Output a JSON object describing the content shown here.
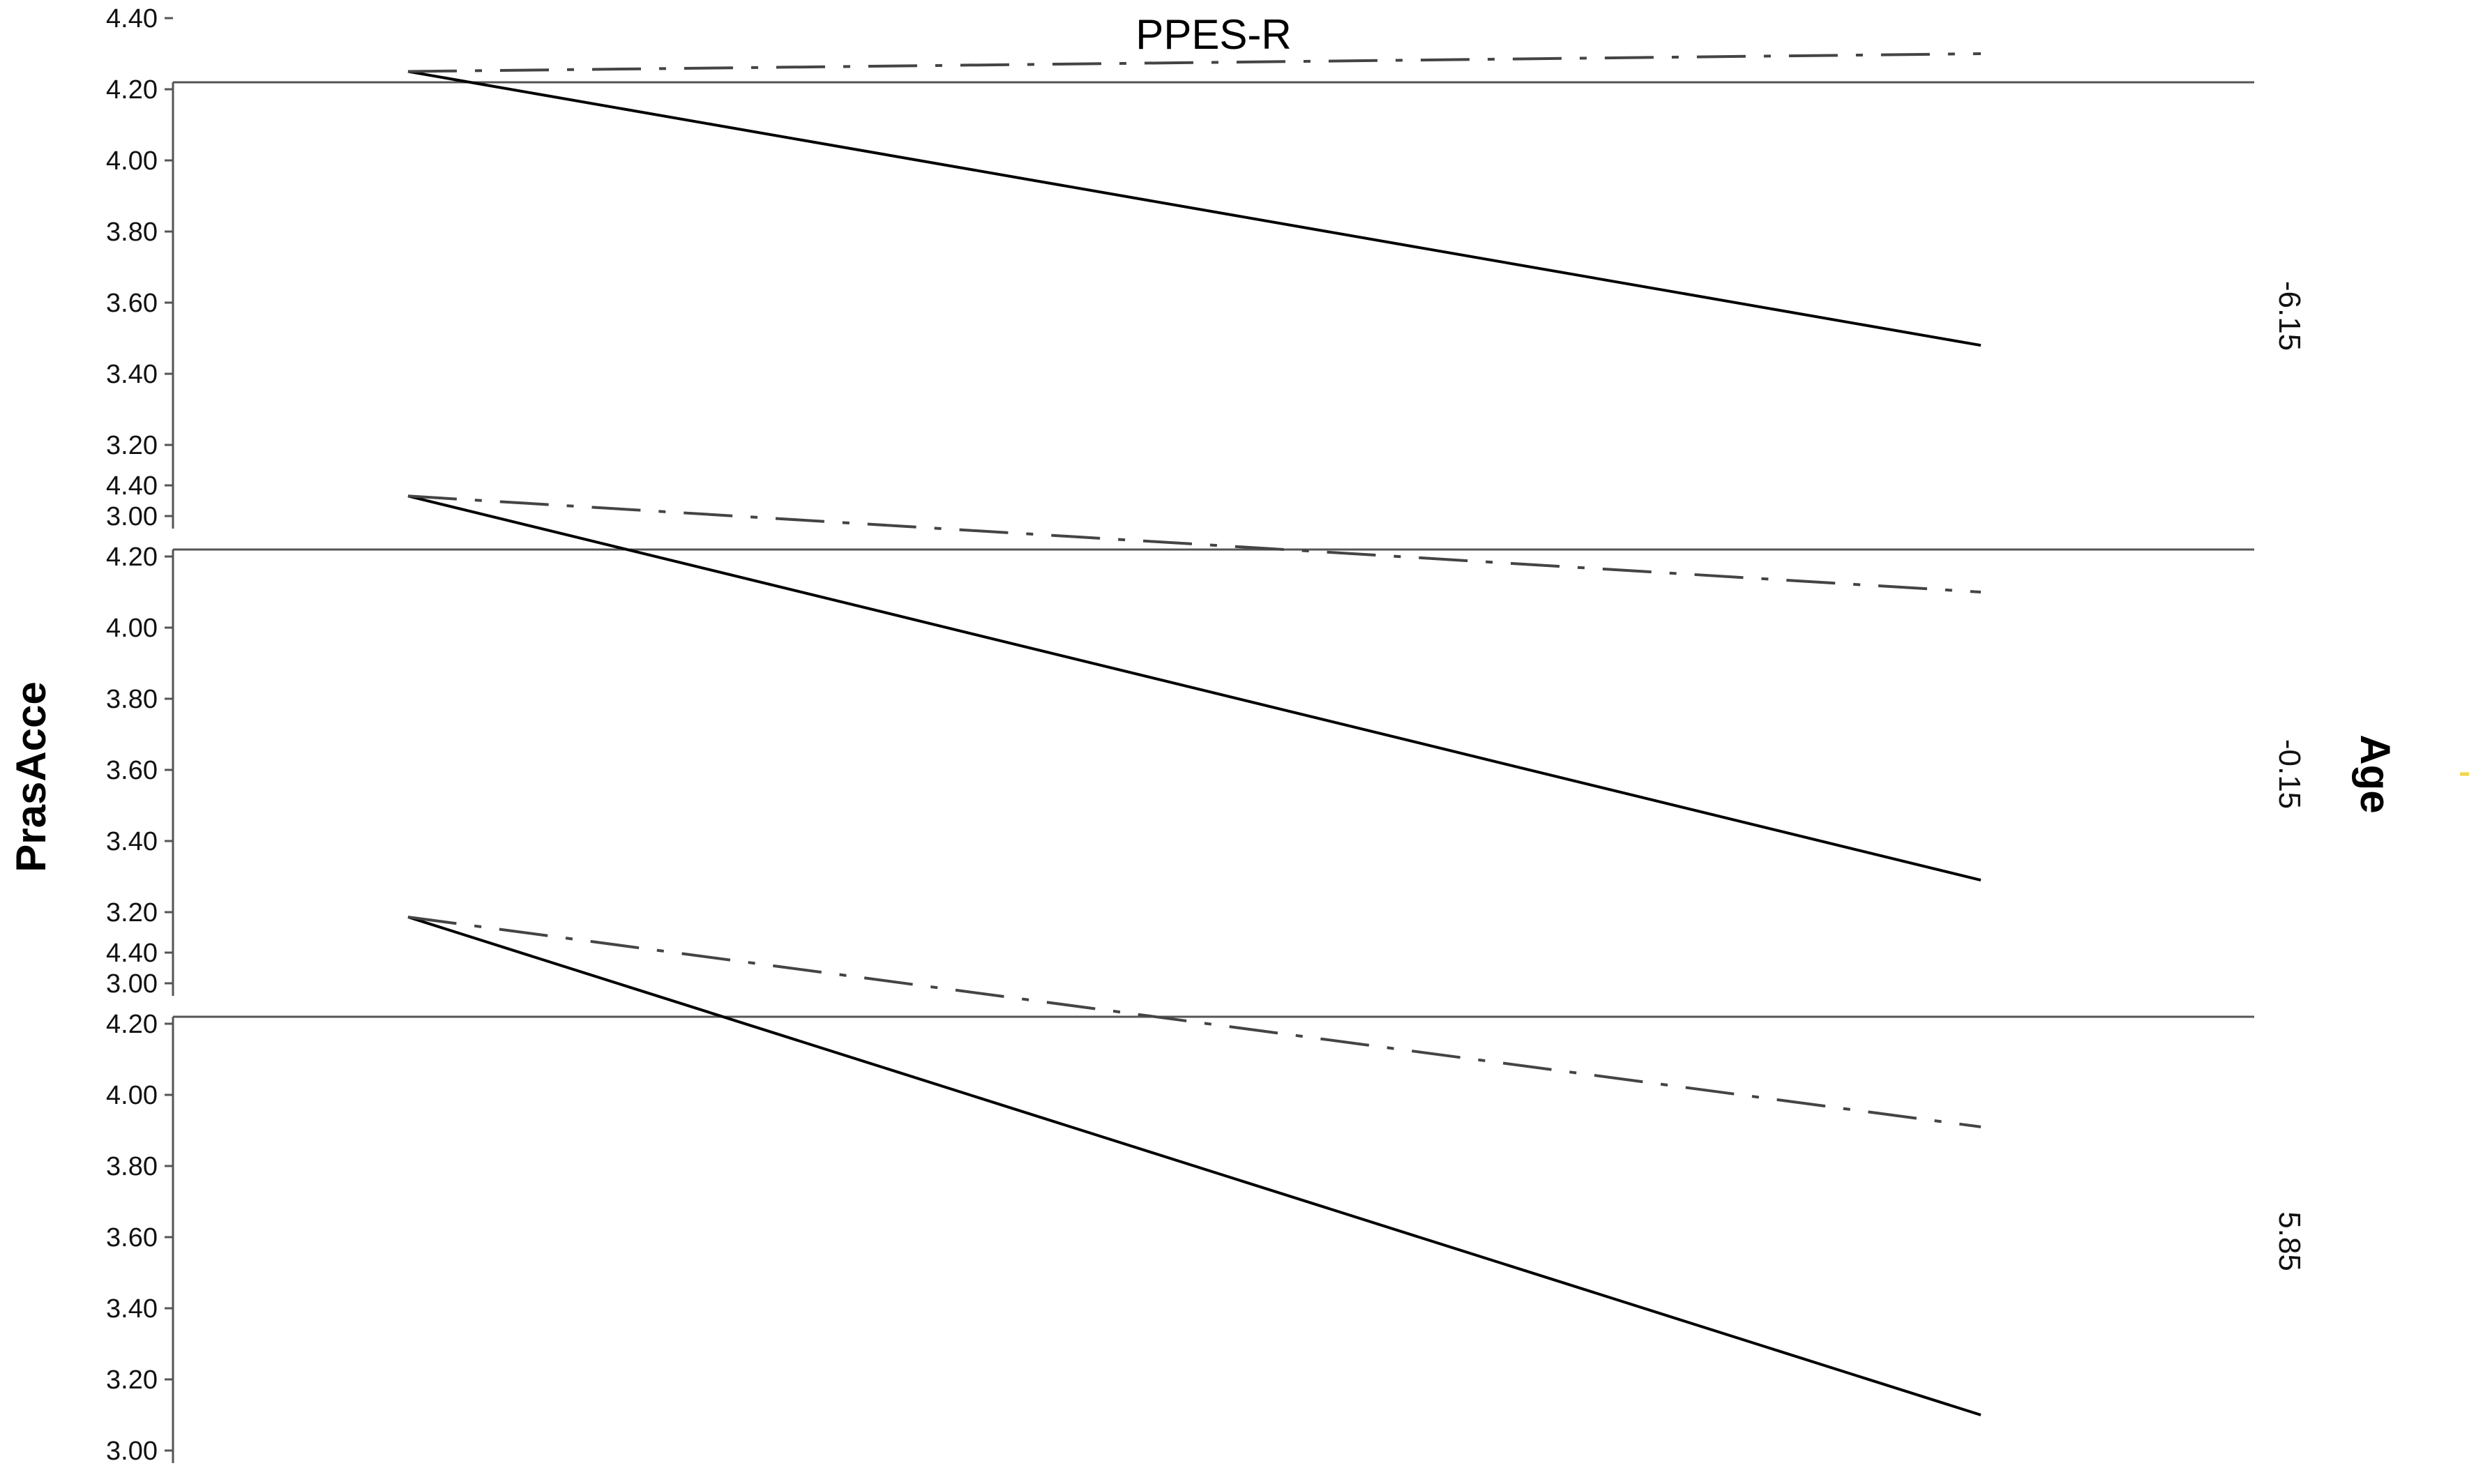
{
  "chart_data": {
    "type": "line",
    "title": "PPES-R",
    "ylabel": "PrasAcce",
    "xlabel": "",
    "facet_variable": "Age",
    "ylim": [
      3.0,
      4.5
    ],
    "yticks": [
      "3.00",
      "3.20",
      "3.40",
      "3.60",
      "3.80",
      "4.00",
      "4.20",
      "4.40"
    ],
    "grid": false,
    "legend": "none",
    "colors": {
      "line": "#000000",
      "dashdot": "#444444",
      "frame": "#555555",
      "accent_mark": "#f2d54a"
    },
    "panels": [
      {
        "facet_label": "-6.15",
        "series": [
          {
            "style": "solid",
            "values": [
              4.25,
              3.48
            ]
          },
          {
            "style": "dashdot",
            "values": [
              4.25,
              4.3
            ]
          }
        ]
      },
      {
        "facet_label": "-0.15",
        "series": [
          {
            "style": "solid",
            "values": [
              4.37,
              3.29
            ]
          },
          {
            "style": "dashdot",
            "values": [
              4.37,
              4.1
            ]
          }
        ]
      },
      {
        "facet_label": "5.85",
        "series": [
          {
            "style": "solid",
            "values": [
              4.5,
              3.1
            ]
          },
          {
            "style": "dashdot",
            "values": [
              4.5,
              3.91
            ]
          }
        ]
      }
    ]
  }
}
